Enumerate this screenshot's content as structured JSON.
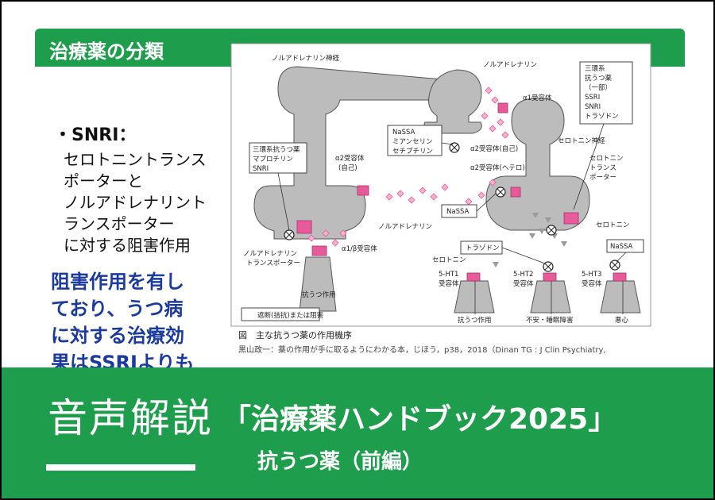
{
  "slide": {
    "title": "治療薬の分類",
    "bullet_head": "・SNRI：",
    "body_lines": [
      "セロトニントランス",
      "ポーターと",
      "ノルアドレナリント",
      "ランスポーター",
      "に対する阻害作用"
    ],
    "blue_lines": [
      "阻害作用を有し",
      "ており、うつ病",
      "に対する治療効",
      "果はSSRIよりも"
    ]
  },
  "figure": {
    "labels": {
      "ne_neuron": "ノルアドレナリン神経",
      "ne_top": "ノルアドレナリン",
      "alpha1": "α1受容体",
      "tricyclic_right": [
        "三環系",
        "抗うつ薬",
        "（一部）",
        "SSRI",
        "SNRI",
        "トラゾドン"
      ],
      "nassa_box": [
        "NaSSA",
        "ミアンセリン",
        "セチプチリン"
      ],
      "alpha2_self_top": "α2受容体(自己)",
      "serotonin_neuron": "セロトニン神経",
      "alpha2_hetero": "α2受容体(ヘテロ)",
      "tricyclic_left": [
        "三環系抗うつ薬",
        "マプロチリン",
        "SNRI"
      ],
      "alpha2_self_left": [
        "α2受容体",
        "(自己)"
      ],
      "sert": [
        "セロトニン",
        "トランス",
        "ポーター"
      ],
      "nassa_small": "NaSSA",
      "ne_mid": "ノルアドレナリン",
      "serotonin_right": "セロトニン",
      "trazodone": "トラゾドン",
      "nassa_right": "NaSSA",
      "net": [
        "ノルアドレナリン",
        "トランスポーター"
      ],
      "alpha1beta": "α1/β受容体",
      "serotonin_mid": "セロトニン",
      "ht1": [
        "5-HT1",
        "受容体"
      ],
      "ht2": [
        "5-HT2",
        "受容体"
      ],
      "ht3": [
        "5-HT3",
        "受容体"
      ],
      "out_left": "抗うつ作用",
      "out_ht1": "抗うつ作用",
      "out_ht2": "不安・睡眠障害",
      "out_ht3": "悪心",
      "legend": "遮断(拮抗)または阻害"
    },
    "caption": "図　主な抗うつ薬の作用機序",
    "source": "黒山政一：薬の作用が手に取るようにわかる本，じほう，p38，2018（Dinan TG : J Clin Psychiatry,"
  },
  "banner": {
    "left": "音声解説",
    "headline": "「治療薬ハンドブック2025」",
    "sub": "抗うつ薬（前編）"
  },
  "colors": {
    "green": "#1e9e4c",
    "blue_text": "#1a3a9e",
    "pink": "#e85b9a",
    "neuron_gray": "#b9b9b9"
  }
}
